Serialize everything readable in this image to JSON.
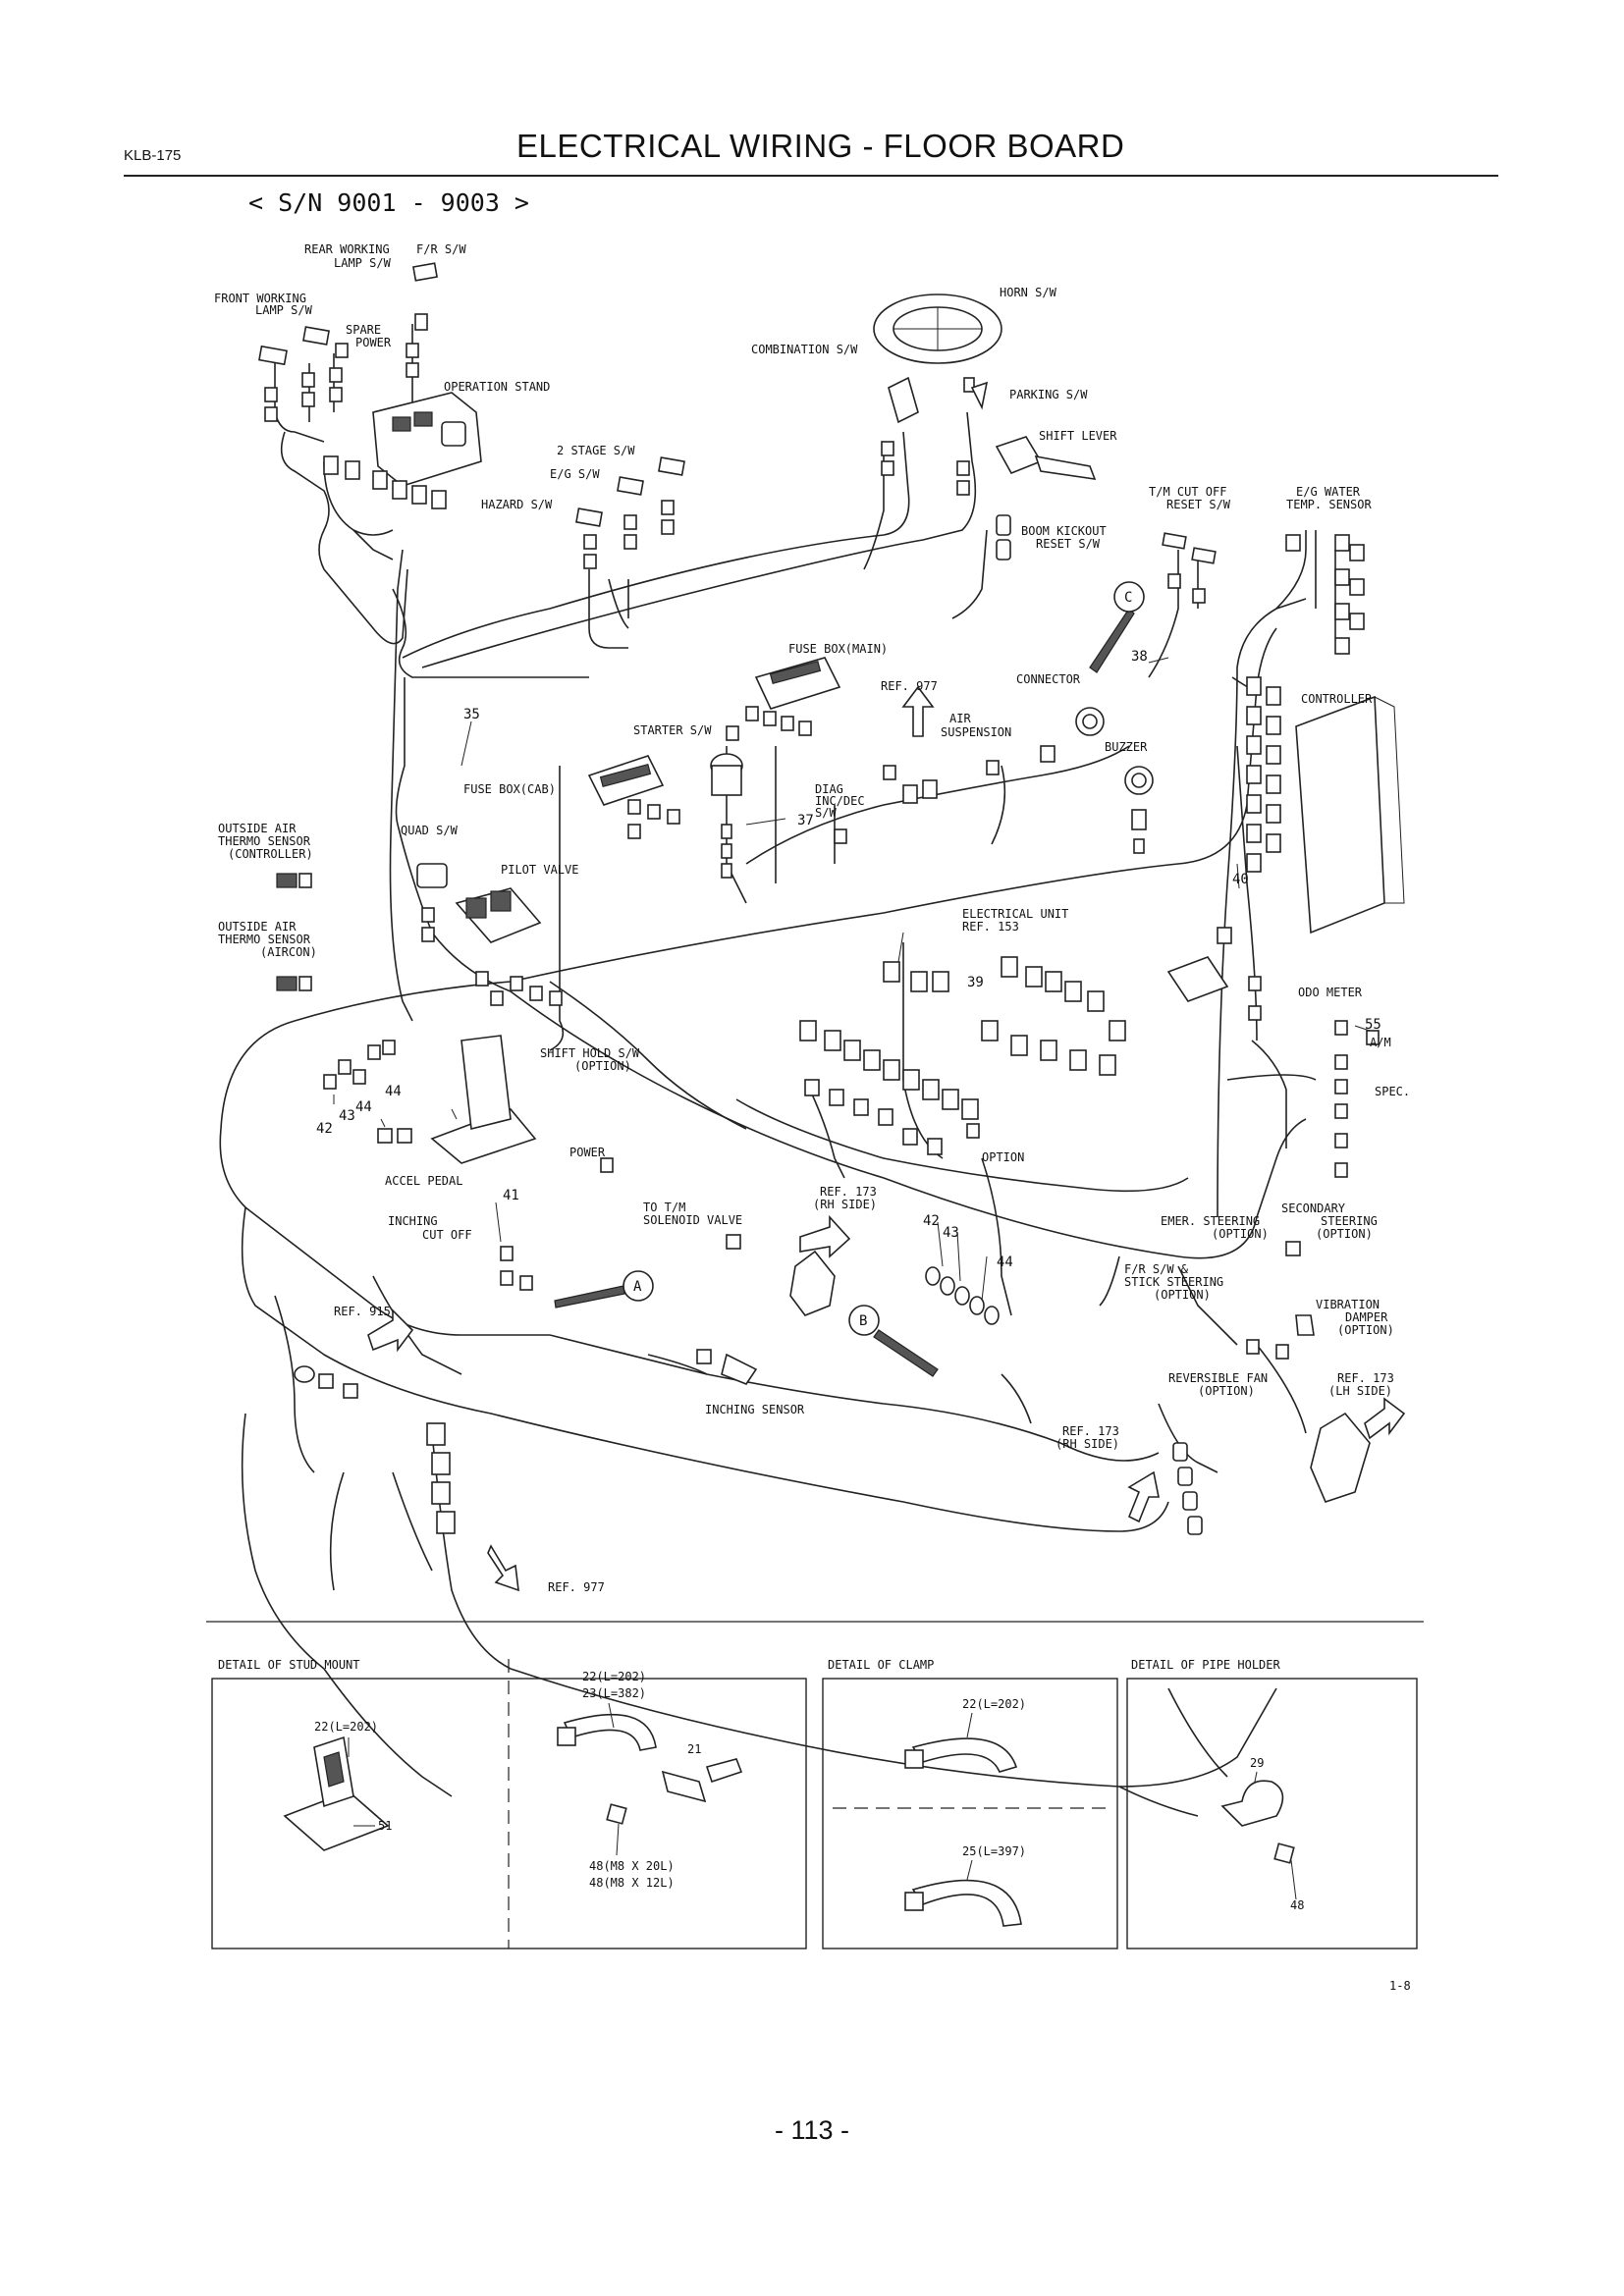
{
  "header": {
    "doc_code": "KLB-175",
    "title": "ELECTRICAL WIRING - FLOOR BOARD",
    "serial_range": "< S/N 9001  -  9003 >"
  },
  "labels": {
    "rear_working_lamp": "REAR WORKING",
    "rear_working_lamp_2": "LAMP S/W",
    "fr_sw": "F/R S/W",
    "front_working_lamp": "FRONT WORKING",
    "front_working_lamp_2": "LAMP S/W",
    "spare_power": "SPARE",
    "spare_power_2": "POWER",
    "operation_stand": "OPERATION STAND",
    "two_stage_sw": "2 STAGE S/W",
    "eg_sw": "E/G S/W",
    "hazard_sw": "HAZARD S/W",
    "horn_sw": "HORN S/W",
    "combination_sw": "COMBINATION S/W",
    "parking_sw": "PARKING S/W",
    "shift_lever": "SHIFT LEVER",
    "tm_cut_off": "T/M CUT OFF",
    "tm_cut_off_2": "RESET S/W",
    "eg_water": "E/G WATER",
    "eg_water_2": "TEMP. SENSOR",
    "boom_kickout": "BOOM KICKOUT",
    "boom_kickout_2": "RESET S/W",
    "fuse_box_main": "FUSE BOX(MAIN)",
    "ref_977_top": "REF. 977",
    "connector": "CONNECTOR",
    "controller": "CONTROLLER",
    "starter_sw": "STARTER S/W",
    "air_suspension": "AIR",
    "air_suspension_2": "SUSPENSION",
    "buzzer": "BUZZER",
    "fuse_box_cab": "FUSE BOX(CAB)",
    "diag": "DIAG",
    "diag_2": "INC/DEC",
    "diag_3": "S/W",
    "outside_air_ctrl": "OUTSIDE AIR",
    "outside_air_ctrl_2": "THERMO SENSOR",
    "outside_air_ctrl_3": "(CONTROLLER)",
    "quad_sw": "QUAD S/W",
    "pilot_valve": "PILOT VALVE",
    "outside_air_aircon": "OUTSIDE AIR",
    "outside_air_aircon_2": "THERMO SENSOR",
    "outside_air_aircon_3": "(AIRCON)",
    "electrical_unit": "ELECTRICAL UNIT",
    "electrical_unit_2": "REF. 153",
    "odo_meter": "ODO METER",
    "am": "A/M",
    "spec": "SPEC.",
    "shift_hold": "SHIFT HOLD S/W",
    "shift_hold_2": "(OPTION)",
    "power": "POWER",
    "option": "OPTION",
    "accel_pedal": "ACCEL PEDAL",
    "inching_cut_off": "INCHING",
    "inching_cut_off_2": "CUT OFF",
    "to_tm_solenoid": "TO T/M",
    "to_tm_solenoid_2": "SOLENOID VALVE",
    "ref_173_rh": "REF. 173",
    "ref_173_rh_2": "(RH SIDE)",
    "emer_steering": "EMER. STEERING",
    "emer_steering_2": "(OPTION)",
    "secondary_steering": "SECONDARY",
    "secondary_steering_2": "STEERING",
    "secondary_steering_3": "(OPTION)",
    "fr_stick": "F/R S/W &",
    "fr_stick_2": "STICK STEERING",
    "fr_stick_3": "(OPTION)",
    "vibration_damper": "VIBRATION",
    "vibration_damper_2": "DAMPER",
    "vibration_damper_3": "(OPTION)",
    "ref_915": "REF. 915",
    "reversible_fan": "REVERSIBLE FAN",
    "reversible_fan_2": "(OPTION)",
    "ref_173_lh": "REF. 173",
    "ref_173_lh_2": "(LH SIDE)",
    "inching_sensor": "INCHING SENSOR",
    "ref_173_rh_low": "REF. 173",
    "ref_173_rh_low_2": "(RH SIDE)",
    "ref_977_bottom": "REF. 977"
  },
  "callouts": {
    "c35": "35",
    "c37": "37",
    "c38": "38",
    "c39": "39",
    "c40": "40",
    "c41": "41",
    "c42": "42",
    "c43": "43",
    "c44": "44",
    "c44b": "44",
    "c42b": "42",
    "c43b": "43",
    "c44c": "44",
    "c55": "55",
    "letter_a": "A",
    "letter_b": "B",
    "letter_c": "C"
  },
  "details": {
    "stud_mount": {
      "title": "DETAIL  OF  STUD MOUNT",
      "part_22": "22(L=202)",
      "part_51": "51",
      "part_22b": "22(L=202)",
      "part_23": "23(L=382)",
      "part_21": "21",
      "part_48a": "48(M8 X 20L)",
      "part_48b": "48(M8 X 12L)"
    },
    "clamp": {
      "title": "DETAIL  OF  CLAMP",
      "part_22": "22(L=202)",
      "part_25": "25(L=397)"
    },
    "pipe_holder": {
      "title": "DETAIL  OF  PIPE  HOLDER",
      "part_29": "29",
      "part_48": "48"
    }
  },
  "sheet_code": "1-8",
  "page_number": "- 113 -"
}
